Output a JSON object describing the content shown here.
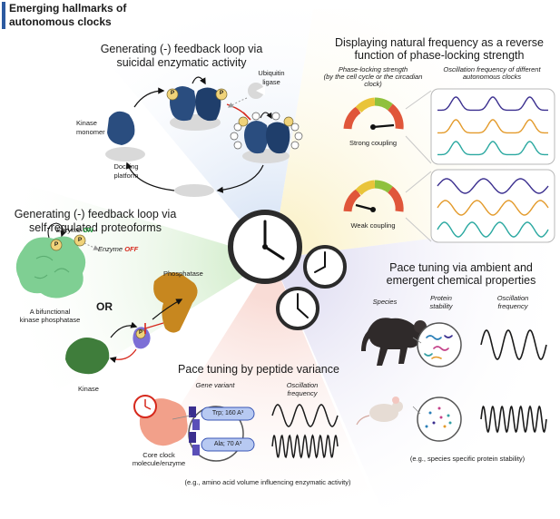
{
  "header": {
    "title_line1": "Emerging hallmarks of",
    "title_line2": "autonomous clocks"
  },
  "panel_suicidal": {
    "title_line1": "Generating (-) feedback loop via",
    "title_line2": "suicidal enzymatic activity",
    "kinase_label_1": "Kinase",
    "kinase_label_2": "monomer",
    "docking_label_1": "Docking",
    "docking_label_2": "platform",
    "ubiquitin_label_1": "Ubiquitin",
    "ubiquitin_label_2": "ligase",
    "phospho": "P"
  },
  "panel_phase": {
    "title_line1": "Displaying natural frequency as a reverse",
    "title_line2": "function of phase-locking strength",
    "col1_line1": "Phase-locking strength",
    "col1_line2": "(by the cell cycle or the circadian",
    "col1_line3": "clock)",
    "col2_line1": "Oscillation frequency of different",
    "col2_line2": "autonomous clocks",
    "strong": "Strong coupling",
    "weak": "Weak coupling",
    "wave_colors": [
      "#3b2f8f",
      "#e39a2a",
      "#2aa8a0"
    ]
  },
  "panel_proteoforms": {
    "title_line1": "Generating (-) feedback loop via",
    "title_line2": "self-regulated proteoforms",
    "enzyme": "Enzyme",
    "on": "ON",
    "off": "OFF",
    "bifunctional_line1": "A bifunctional",
    "bifunctional_line2": "kinase phosphatase",
    "or": "OR",
    "phosphatase": "Phosphatase",
    "kinase": "Kinase",
    "phospho": "P",
    "on_color": "#1e9a3a",
    "off_color": "#d6281c"
  },
  "panel_ambient": {
    "title_line1": "Pace tuning via ambient and",
    "title_line2": "emergent chemical properties",
    "species": "Species",
    "stability_line1": "Protein",
    "stability_line2": "stability",
    "freq_line1": "Oscillation",
    "freq_line2": "frequency",
    "caption": "(e.g., species specific protein stability)"
  },
  "panel_peptide": {
    "title": "Pace tuning by peptide variance",
    "gene_variant": "Gene variant",
    "freq_line1": "Oscillation",
    "freq_line2": "frequency",
    "trp": "Trp; 160 A³",
    "ala": "Ala; 70 A³",
    "core_line1": "Core clock",
    "core_line2": "molecule/enzyme",
    "caption": "(e.g., amino acid volume influencing enzymatic activity)"
  }
}
